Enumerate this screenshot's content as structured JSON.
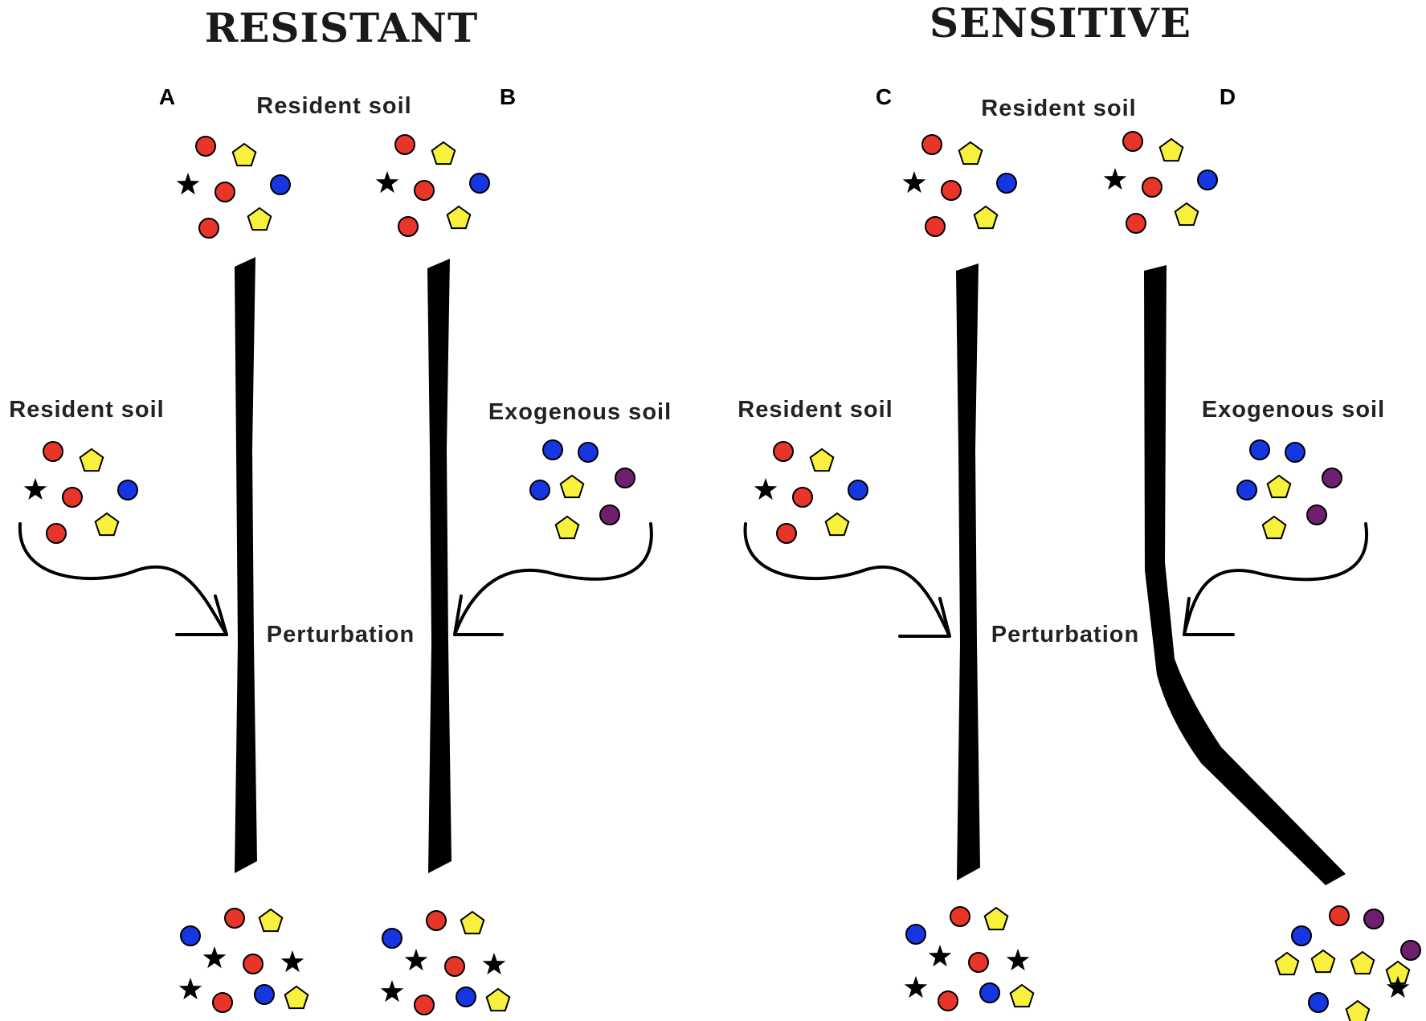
{
  "headings": {
    "resistant": "RESISTANT",
    "sensitive": "SENSITIVE"
  },
  "panels": {
    "a": "A",
    "b": "B",
    "c": "C",
    "d": "D"
  },
  "labels": {
    "resident_top_left": "Resident soil",
    "resident_top_right": "Resident soil",
    "resident_side_a": "Resident soil",
    "exogenous_side_b": "Exogenous soil",
    "resident_side_c": "Resident soil",
    "exogenous_side_d": "Exogenous soil",
    "perturbation_left": "Perturbation",
    "perturbation_right": "Perturbation"
  },
  "colors": {
    "red": "#e8352a",
    "blue": "#1536e0",
    "yellow": "#f7f03c",
    "purple": "#6e1f6e",
    "black": "#000000"
  },
  "legend_shapes": {
    "red": "red-circle",
    "blue": "blue-circle",
    "purple": "purple-circle",
    "yellow": "yellow-pentagon",
    "black": "black-star"
  }
}
